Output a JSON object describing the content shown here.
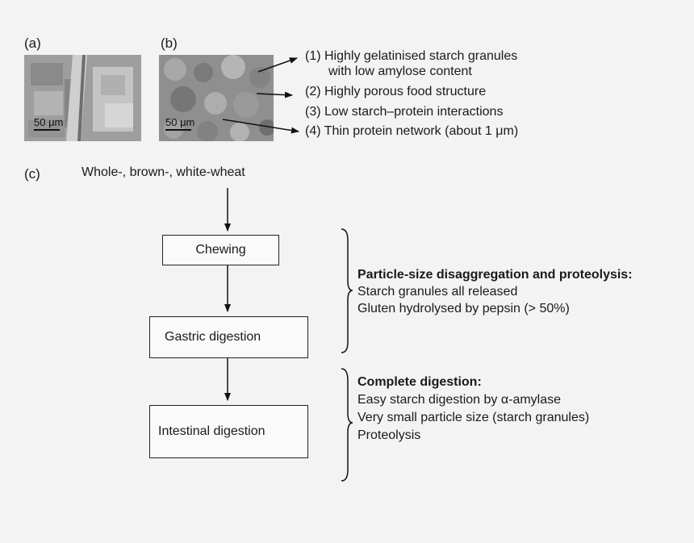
{
  "panels": {
    "a_label": "(a)",
    "b_label": "(b)",
    "c_label": "(c)",
    "scale_a": "50 μm",
    "scale_b": "50 μm"
  },
  "properties": {
    "p1_line1": "(1) Highly gelatinised starch granules",
    "p1_line2": "with low amylose content",
    "p2": "(2) Highly porous food structure",
    "p3": "(3) Low starch–protein interactions",
    "p4": "(4) Thin protein network (about 1 μm)"
  },
  "flow": {
    "input": "Whole-, brown-, white-wheat",
    "step1": "Chewing",
    "step2": "Gastric digestion",
    "step3": "Intestinal digestion"
  },
  "notes": {
    "group1_title": "Particle-size disaggregation and proteolysis:",
    "group1_items": [
      "Starch granules all released",
      "Gluten hydrolysed by pepsin (> 50%)"
    ],
    "group2_title": "Complete digestion:",
    "group2_items": [
      "Easy starch digestion by α-amylase",
      "Very small particle size (starch granules)",
      "Proteolysis"
    ]
  }
}
